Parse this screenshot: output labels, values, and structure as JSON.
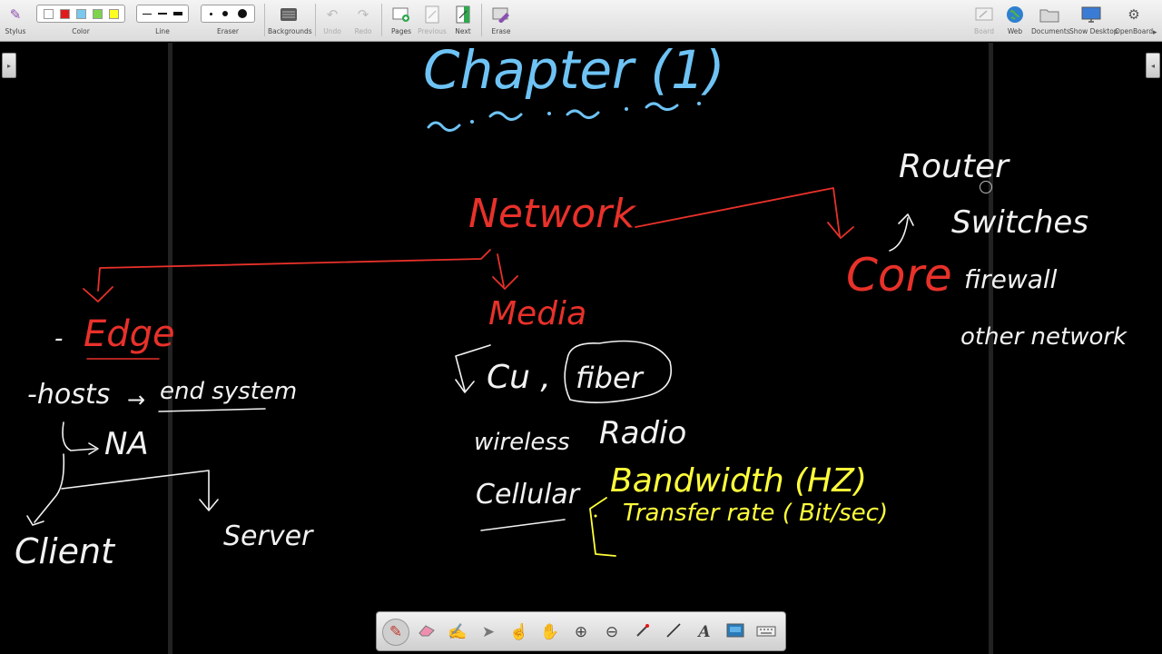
{
  "toolbar": {
    "stylus_label": "Stylus",
    "color_label": "Color",
    "colors": [
      "#ffffff",
      "#e11b1b",
      "#78c8f0",
      "#7dd44b",
      "#ffff20"
    ],
    "line_label": "Line",
    "eraser_label": "Eraser",
    "backgrounds_label": "Backgrounds",
    "undo_label": "Undo",
    "redo_label": "Redo",
    "pages_label": "Pages",
    "previous_label": "Previous",
    "next_label": "Next",
    "erase_label": "Erase",
    "board_label": "Board",
    "web_label": "Web",
    "documents_label": "Documents",
    "show_desktop_label": "Show Desktop",
    "openboard_label": "OpenBoard"
  },
  "board": {
    "title": "Chapter (1)",
    "network": "Network",
    "edge": "Edge",
    "edge_dash": "-",
    "hosts": "-hosts",
    "arrow": "→",
    "end_system": "end system",
    "na": "NA",
    "client": "Client",
    "server": "Server",
    "media": "Media",
    "cu": "Cu ,",
    "fiber": "fiber",
    "wireless": "wireless",
    "radio": "Radio",
    "cellular": "Cellular",
    "bandwidth": "Bandwidth (HZ)",
    "transfer_rate": "Transfer rate ( Bit/sec)",
    "core": "Core",
    "router": "Router",
    "switches": "Switches",
    "firewall": "firewall",
    "other_network": "other network"
  },
  "colors": {
    "blue_ink": "#6ec3f4",
    "red_ink": "#e8312a",
    "white_ink": "#f2f2f2",
    "yellow_ink": "#ffff3a",
    "board_bg": "#000000"
  },
  "palette": {
    "tools": [
      "pen-icon",
      "eraser-icon",
      "highlighter-icon",
      "pointer-icon",
      "interact-icon",
      "hand-icon",
      "zoom-in-icon",
      "zoom-out-icon",
      "laser-icon",
      "line-icon",
      "text-icon",
      "capture-icon",
      "keyboard-icon"
    ],
    "active_tool": "pen-icon"
  }
}
